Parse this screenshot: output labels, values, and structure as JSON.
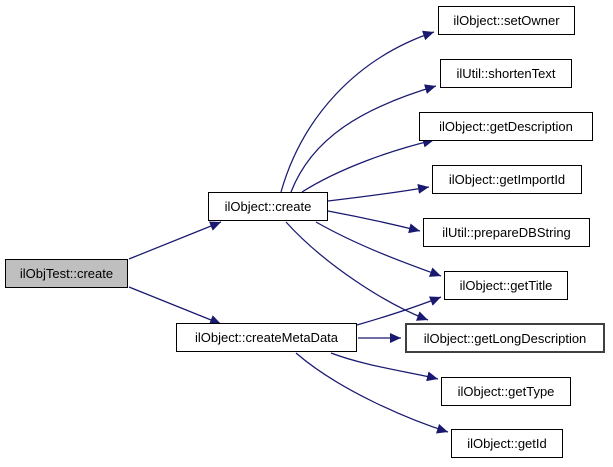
{
  "diagram": {
    "type": "call-graph",
    "description": "Doxygen-style function call graph on white background",
    "colors": {
      "background": "#ffffff",
      "edge": "#191970",
      "node_fill": "#ffffff",
      "node_border": "#000000",
      "root_fill": "#bfbfbf",
      "emphasis_border": "#404040"
    },
    "nodes": [
      {
        "label": "ilObjTest::create",
        "kind": "root"
      },
      {
        "label": "ilObject::create",
        "kind": "normal"
      },
      {
        "label": "ilObject::createMetaData",
        "kind": "normal"
      },
      {
        "label": "ilObject::setOwner",
        "kind": "normal"
      },
      {
        "label": "ilUtil::shortenText",
        "kind": "normal"
      },
      {
        "label": "ilObject::getDescription",
        "kind": "normal"
      },
      {
        "label": "ilObject::getImportId",
        "kind": "normal"
      },
      {
        "label": "ilUtil::prepareDBString",
        "kind": "normal"
      },
      {
        "label": "ilObject::getTitle",
        "kind": "normal"
      },
      {
        "label": "ilObject::getLongDescription",
        "kind": "emphasis"
      },
      {
        "label": "ilObject::getType",
        "kind": "normal"
      },
      {
        "label": "ilObject::getId",
        "kind": "normal"
      }
    ],
    "edges": [
      {
        "from": "ilObjTest::create",
        "to": "ilObject::create"
      },
      {
        "from": "ilObjTest::create",
        "to": "ilObject::createMetaData"
      },
      {
        "from": "ilObject::create",
        "to": "ilObject::setOwner"
      },
      {
        "from": "ilObject::create",
        "to": "ilUtil::shortenText"
      },
      {
        "from": "ilObject::create",
        "to": "ilObject::getDescription"
      },
      {
        "from": "ilObject::create",
        "to": "ilObject::getImportId"
      },
      {
        "from": "ilObject::create",
        "to": "ilUtil::prepareDBString"
      },
      {
        "from": "ilObject::create",
        "to": "ilObject::getTitle"
      },
      {
        "from": "ilObject::create",
        "to": "ilObject::getLongDescription"
      },
      {
        "from": "ilObject::createMetaData",
        "to": "ilObject::getTitle"
      },
      {
        "from": "ilObject::createMetaData",
        "to": "ilObject::getLongDescription"
      },
      {
        "from": "ilObject::createMetaData",
        "to": "ilObject::getType"
      },
      {
        "from": "ilObject::createMetaData",
        "to": "ilObject::getId"
      }
    ]
  }
}
